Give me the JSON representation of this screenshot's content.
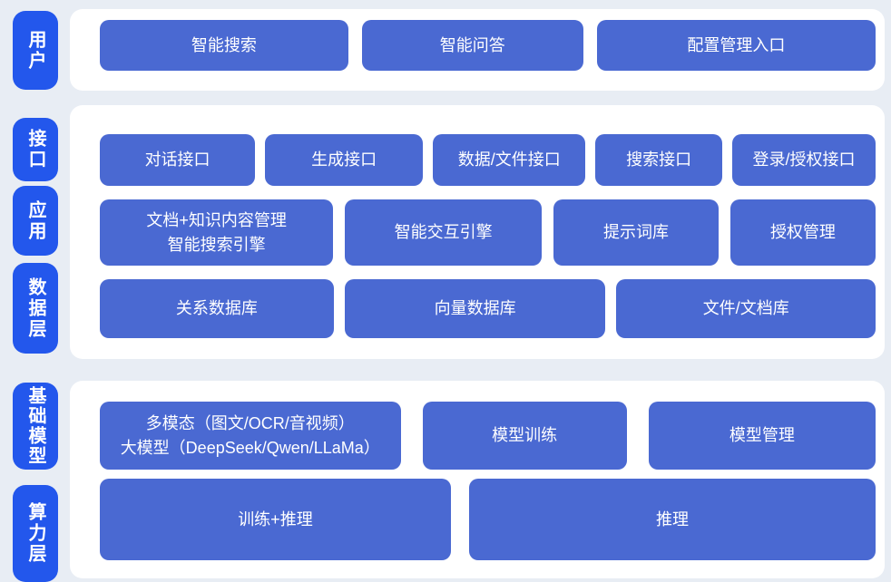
{
  "colors": {
    "page_background": "#e8edf4",
    "panel_background": "#ffffff",
    "layer_pill_blue": "#2357ec",
    "block_blue": "#4a69d2",
    "text_white": "#ffffff"
  },
  "sections": [
    {
      "pills": [
        {
          "label": "用户"
        }
      ],
      "rows": [
        {
          "buttons": [
            {
              "label": "智能搜索"
            },
            {
              "label": "智能问答"
            },
            {
              "label": "配置管理入口"
            }
          ]
        }
      ]
    },
    {
      "pills": [
        {
          "label": "接口"
        },
        {
          "label": "应用"
        },
        {
          "label": "数据层"
        }
      ],
      "rows": [
        {
          "buttons": [
            {
              "label": "对话接口"
            },
            {
              "label": "生成接口"
            },
            {
              "label": "数据/文件接口"
            },
            {
              "label": "搜索接口"
            },
            {
              "label": "登录/授权接口"
            }
          ]
        },
        {
          "buttons": [
            {
              "label": "文档+知识内容管理\n智能搜索引擎"
            },
            {
              "label": "智能交互引擎"
            },
            {
              "label": "提示词库"
            },
            {
              "label": "授权管理"
            }
          ]
        },
        {
          "buttons": [
            {
              "label": "关系数据库"
            },
            {
              "label": "向量数据库"
            },
            {
              "label": "文件/文档库"
            }
          ]
        }
      ]
    },
    {
      "pills": [
        {
          "label": "基础模型"
        },
        {
          "label": "算力层"
        }
      ],
      "rows": [
        {
          "buttons": [
            {
              "label": "多模态（图文/OCR/音视频）\n大模型（DeepSeek/Qwen/LLaMa）"
            },
            {
              "label": "模型训练"
            },
            {
              "label": "模型管理"
            }
          ]
        },
        {
          "buttons": [
            {
              "label": "训练+推理"
            },
            {
              "label": "推理"
            }
          ]
        }
      ]
    }
  ]
}
